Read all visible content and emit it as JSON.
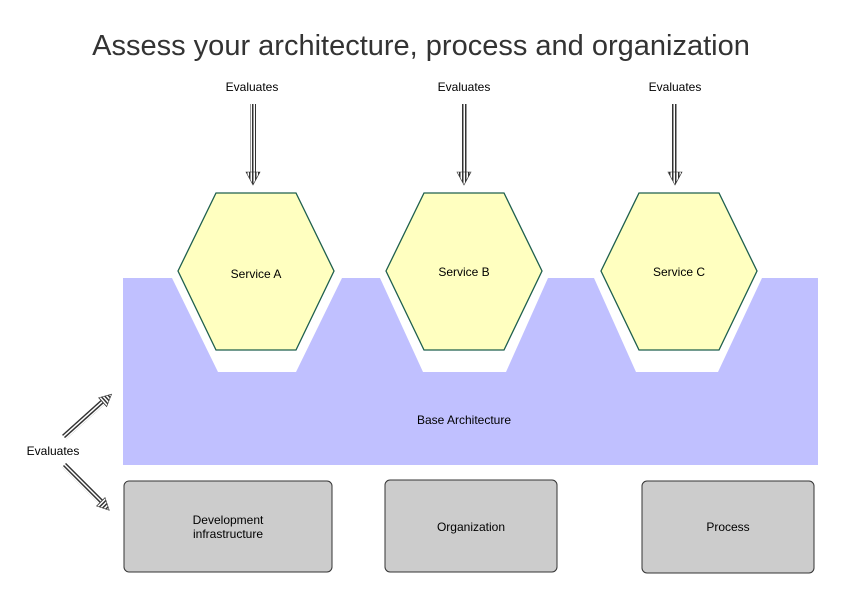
{
  "diagram": {
    "title": "Assess your architecture, process and organization",
    "top_arrows": [
      {
        "label": "Evaluates"
      },
      {
        "label": "Evaluates"
      },
      {
        "label": "Evaluates"
      }
    ],
    "services": [
      {
        "label": "Service A"
      },
      {
        "label": "Service B"
      },
      {
        "label": "Service C"
      }
    ],
    "base_architecture": {
      "label": "Base Architecture"
    },
    "side_arrow": {
      "label": "Evaluates"
    },
    "boxes": [
      {
        "line1": "Development",
        "line2": "infrastructure"
      },
      {
        "line1": "Organization"
      },
      {
        "line1": "Process"
      }
    ],
    "colors": {
      "hexagon_fill": "#ffffc0",
      "hexagon_stroke": "#1e5f4e",
      "base_fill": "#c0c0ff",
      "box_fill": "#cccccc",
      "box_stroke": "#333333"
    }
  }
}
